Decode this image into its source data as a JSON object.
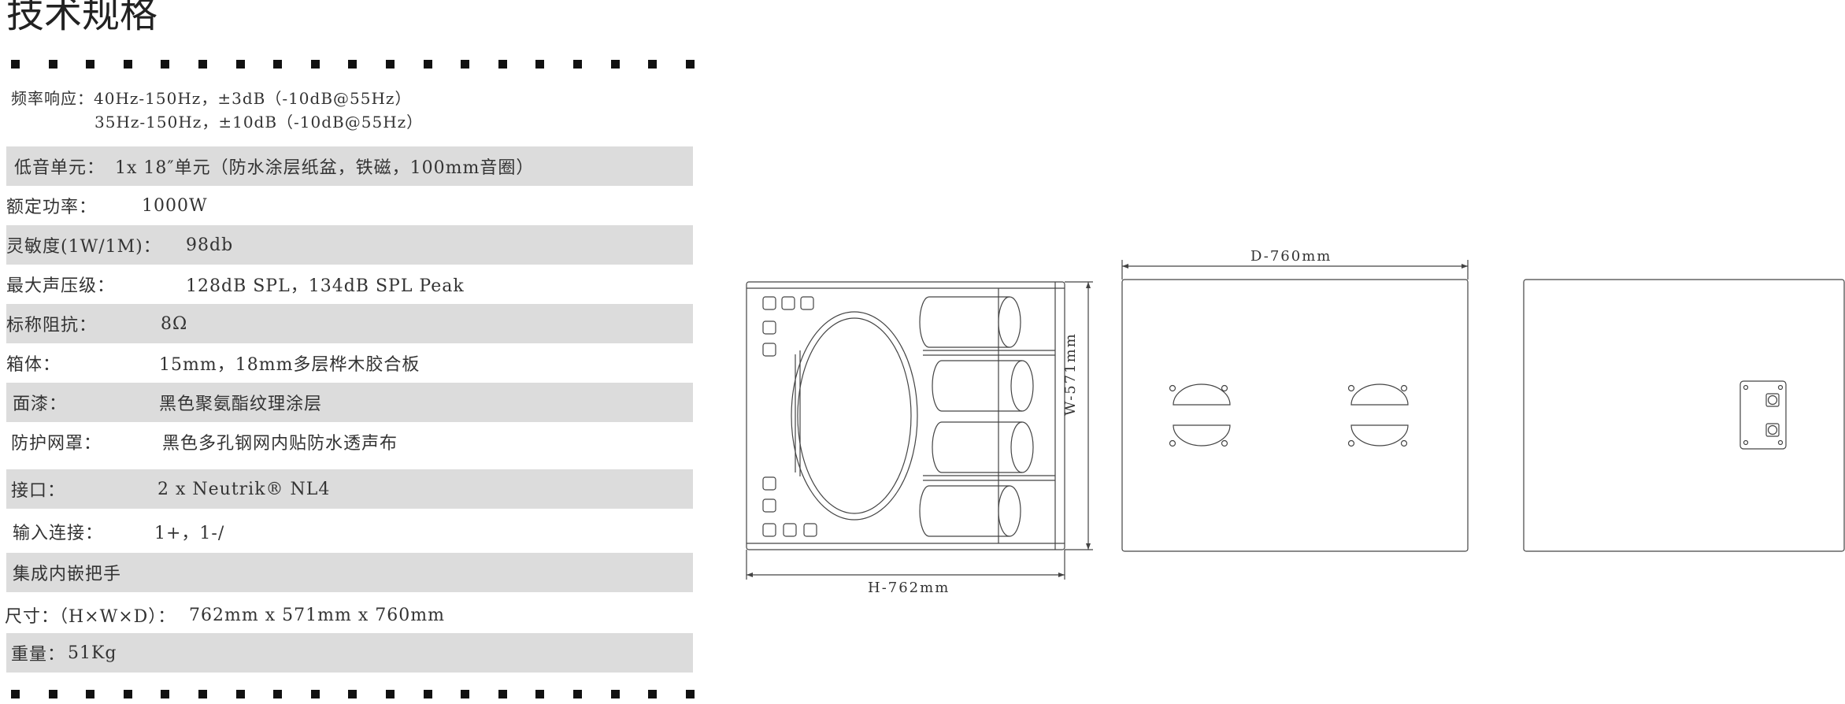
{
  "title": "技术规格",
  "specs": {
    "freq_label": "频率响应：",
    "freq_line1": "40Hz-150Hz，±3dB（-10dB@55Hz）",
    "freq_line2": "35Hz-150Hz，±10dB（-10dB@55Hz）",
    "rows": [
      {
        "label": "低音单元：",
        "value": "1x 18″单元（防水涂层纸盆，铁磁，100mm音圈）"
      },
      {
        "label": "额定功率：",
        "value": "1000W"
      },
      {
        "label": "灵敏度(1W/1M)：",
        "value": "98db"
      },
      {
        "label": "最大声压级：",
        "value": "128dB SPL，134dB SPL Peak"
      },
      {
        "label": "标称阻抗：",
        "value": "8Ω"
      },
      {
        "label": "箱体：",
        "value": "15mm，18mm多层桦木胶合板"
      },
      {
        "label": "面漆：",
        "value": "黑色聚氨酯纹理涂层"
      },
      {
        "label": "防护网罩：",
        "value": "黑色多孔钢网内贴防水透声布"
      },
      {
        "label": "接口：",
        "value": "2 x Neutrik® NL4"
      },
      {
        "label": "输入连接：",
        "value": "1+，1-/"
      },
      {
        "label": "集成内嵌把手",
        "value": ""
      },
      {
        "label": "尺寸：（H×W×D）：",
        "value": "762mm x 571mm x 760mm"
      },
      {
        "label": "重量：",
        "value": "51Kg"
      }
    ]
  },
  "drawings": {
    "height_label": "H-762mm",
    "width_label": "W-571mm",
    "depth_label": "D-760mm"
  }
}
